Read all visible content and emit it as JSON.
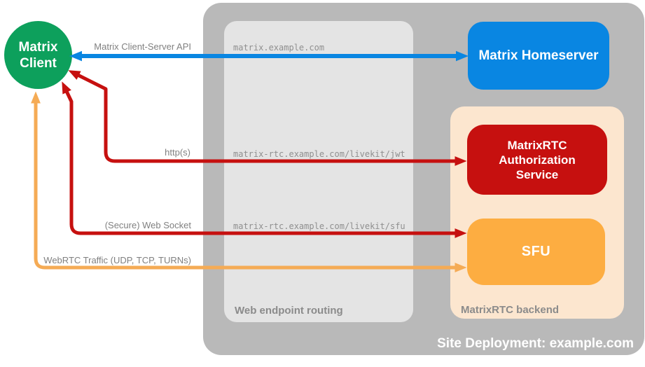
{
  "nodes": {
    "client": {
      "line1": "Matrix",
      "line2": "Client",
      "color": "#0da05c"
    },
    "homeserver": {
      "label": "Matrix Homeserver",
      "color": "#0986e2"
    },
    "auth_service": {
      "line1": "MatrixRTC",
      "line2": "Authorization",
      "line3": "Service",
      "color": "#c6100f"
    },
    "sfu": {
      "label": "SFU",
      "color": "#fdad41"
    }
  },
  "containers": {
    "site": {
      "caption": "Site Deployment: example.com",
      "color": "#b9b9b9"
    },
    "routing": {
      "caption": "Web endpoint routing",
      "color": "#e4e4e4"
    },
    "backend": {
      "caption": "MatrixRTC backend",
      "color": "#fce6cf"
    }
  },
  "connections": [
    {
      "from": "Matrix Client",
      "to": "Matrix Homeserver",
      "label": "Matrix Client-Server API",
      "endpoint": "matrix.example.com",
      "color": "#0986e2"
    },
    {
      "from": "Matrix Client",
      "to": "MatrixRTC Authorization Service",
      "label": "http(s)",
      "endpoint": "matrix-rtc.example.com/livekit/jwt",
      "color": "#c6100f"
    },
    {
      "from": "Matrix Client",
      "to": "SFU",
      "label": "(Secure) Web Socket",
      "endpoint": "matrix-rtc.example.com/livekit/sfu",
      "color": "#c6100f"
    },
    {
      "from": "Matrix Client",
      "to": "SFU",
      "label": "WebRTC Traffic (UDP, TCP, TURNs)",
      "endpoint": "",
      "color": "#f5ab55"
    }
  ]
}
